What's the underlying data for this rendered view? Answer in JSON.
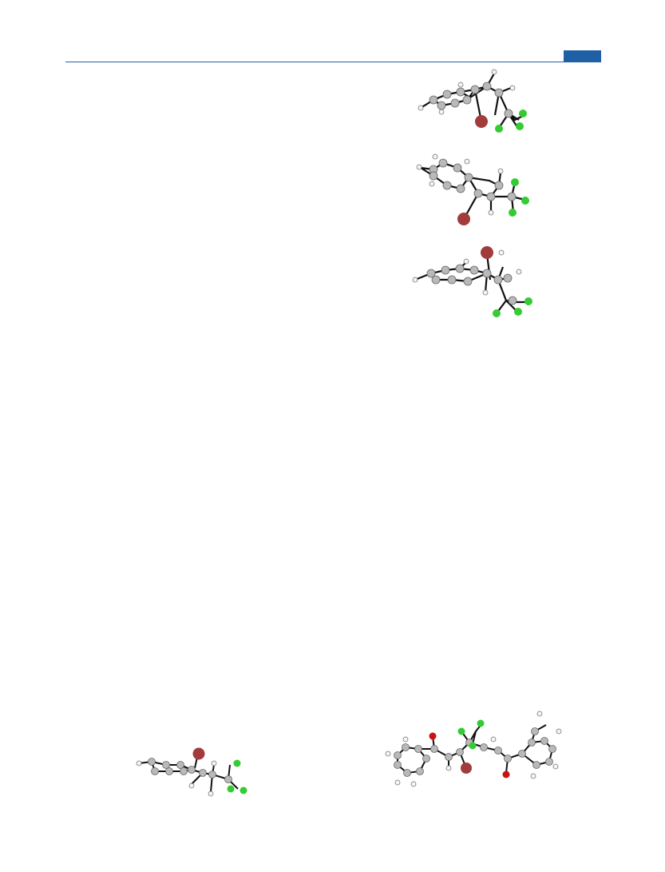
{
  "header": {
    "accent_color": "#1f5fa6"
  },
  "atom_colors": {
    "carbon": "#b9b9b9",
    "hydrogen": "#f4f4f4",
    "bromine": "#a23b3b",
    "fluorine": "#33cc33",
    "oxygen": "#cc1111"
  },
  "figures": [
    {
      "name": "molecule-1",
      "elements": [
        "C",
        "H",
        "Br",
        "F"
      ]
    },
    {
      "name": "molecule-2",
      "elements": [
        "C",
        "H",
        "Br",
        "F"
      ]
    },
    {
      "name": "molecule-3",
      "elements": [
        "C",
        "H",
        "Br",
        "F"
      ]
    },
    {
      "name": "molecule-4",
      "elements": [
        "C",
        "H",
        "Br",
        "F"
      ]
    },
    {
      "name": "molecule-5",
      "elements": [
        "C",
        "H",
        "Br",
        "F",
        "O"
      ]
    }
  ]
}
